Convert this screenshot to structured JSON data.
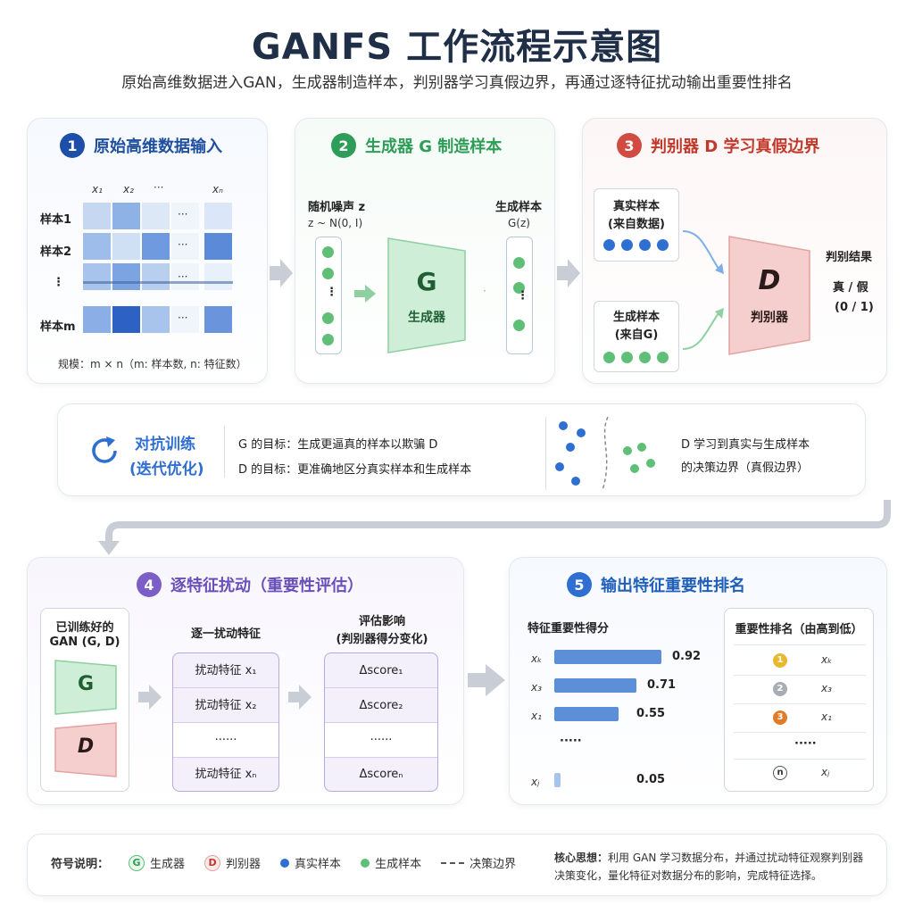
{
  "title": "GANFS 工作流程示意图",
  "subtitle": "原始高维数据进入GAN，生成器制造样本，判别器学习真假边界，再通过逐特征扰动输出重要性排名",
  "colors": {
    "blue": "#2f6fd1",
    "green": "#4caf6e",
    "red": "#d9534f",
    "purple": "#7b5fc7",
    "navy": "#1f2f47"
  },
  "step1": {
    "num": "1",
    "title": "原始高维数据输入",
    "col_headers": [
      "x₁",
      "x₂",
      "···",
      "xₙ"
    ],
    "rows": [
      "样本1",
      "样本2",
      "⋮",
      "样本m"
    ],
    "ellipsis": "···",
    "note": "规模：m × n（m: 样本数, n: 特征数）"
  },
  "step2": {
    "num": "2",
    "title": "生成器 G 制造样本",
    "noise_label": "随机噪声 z",
    "noise_dist": "z ~ N(0, I)",
    "out_label": "生成样本",
    "out_expr": "G(z)",
    "g_letter": "G",
    "g_name": "生成器",
    "vdots": "⋮"
  },
  "step3": {
    "num": "3",
    "title": "判别器 D 学习真假边界",
    "real_label": "真实样本",
    "real_sub": "(来自数据)",
    "fake_label": "生成样本",
    "fake_sub": "(来自G)",
    "d_letter": "D",
    "d_name": "判别器",
    "result_label": "判别结果",
    "result_value": "真 / 假",
    "result_code": "(0 / 1)"
  },
  "adv": {
    "title": "对抗训练",
    "sub": "(迭代优化)",
    "g_goal": "G 的目标：生成更逼真的样本以欺骗 D",
    "d_goal": "D 的目标：更准确地区分真实样本和生成样本",
    "boundary_text_1": "D 学习到真实与生成样本",
    "boundary_text_2": "的决策边界（真假边界）"
  },
  "step4": {
    "num": "4",
    "title": "逐特征扰动（重要性评估）",
    "trained_label_1": "已训练好的",
    "trained_label_2": "GAN (G, D)",
    "g_letter": "G",
    "d_letter": "D",
    "perturb_head": "逐一扰动特征",
    "eval_head_1": "评估影响",
    "eval_head_2": "(判别器得分变化)",
    "perturb_rows": [
      "扰动特征 x₁",
      "扰动特征 x₂",
      "······",
      "扰动特征 xₙ"
    ],
    "score_rows": [
      "Δscore₁",
      "Δscore₂",
      "······",
      "Δscoreₙ"
    ]
  },
  "step5": {
    "num": "5",
    "title": "输出特征重要性排名",
    "score_head": "特征重要性得分",
    "bars": [
      {
        "feature": "xₖ",
        "value": 0.92,
        "label": "0.92"
      },
      {
        "feature": "x₃",
        "value": 0.71,
        "label": "0.71"
      },
      {
        "feature": "x₁",
        "value": 0.55,
        "label": "0.55"
      },
      {
        "feature": "xⱼ",
        "value": 0.05,
        "label": "0.05"
      }
    ],
    "bar_ellipsis": "·····",
    "rank_head": "重要性排名（由高到低）",
    "ranks": [
      {
        "medal": "1",
        "feature": "xₖ"
      },
      {
        "medal": "2",
        "feature": "x₃"
      },
      {
        "medal": "3",
        "feature": "x₁"
      },
      {
        "medal": "n",
        "feature": "xⱼ"
      }
    ],
    "rank_ellipsis": "·····"
  },
  "legend": {
    "title": "符号说明：",
    "g_letter": "G",
    "g_text": "生成器",
    "d_letter": "D",
    "d_text": "判别器",
    "real_text": "真实样本",
    "fake_text": "生成样本",
    "boundary_text": "决策边界",
    "core_label": "核心思想：",
    "core_text_1": "利用 GAN 学习数据分布，并通过扰动特征观察判别器",
    "core_text_2": "决策变化，量化特征对数据分布的影响，完成特征选择。"
  }
}
